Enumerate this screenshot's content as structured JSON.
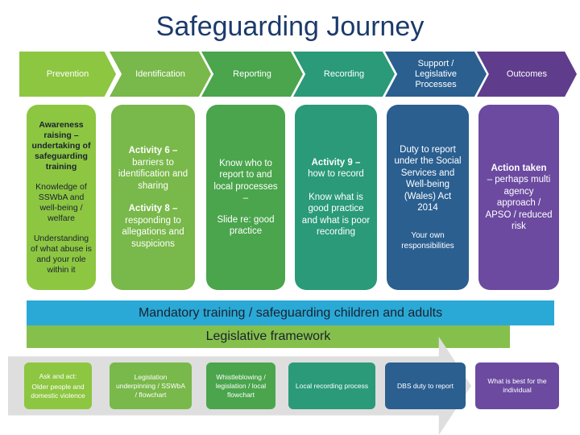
{
  "title": "Safeguarding Journey",
  "stages": [
    {
      "label": "Prevention",
      "color": "#8dc641"
    },
    {
      "label": "Identification",
      "color": "#79b84a"
    },
    {
      "label": "Reporting",
      "color": "#4aa54c"
    },
    {
      "label": "Recording",
      "color": "#2a9a78"
    },
    {
      "label": "Support / Legislative Processes",
      "color": "#2a5f90"
    },
    {
      "label": "Outcomes",
      "color": "#5f3d8c"
    }
  ],
  "columns": {
    "prevention": [
      "Awareness raising – undertaking of safeguarding training",
      "Knowledge of SSWbA and well-being / welfare",
      "Understanding of what abuse is and your role within it"
    ],
    "identification": [
      "Activity 6 –",
      "barriers to identification and sharing",
      "Activity 8 –",
      "responding to allegations and suspicions"
    ],
    "reporting": [
      "Know who to report to and local processes –",
      "Slide re: good practice"
    ],
    "recording": [
      "Activity 9 –",
      "how to record",
      "Know what is good practice and what is poor recording"
    ],
    "support": [
      "Duty to report under the Social Services and Well-being (Wales) Act 2014",
      "Your own responsibilities"
    ],
    "outcomes": [
      "Action taken",
      "– perhaps multi agency approach / APSO / reduced risk"
    ]
  },
  "bands": {
    "mandatory": "Mandatory training / safeguarding children and adults",
    "legislative": "Legislative framework"
  },
  "bottom": [
    [
      "Ask and act:",
      "Older people and domestic violence"
    ],
    [
      "Legislation underpinning / SSWbA / flowchart"
    ],
    [
      "Whistleblowing / legislation / local flowchart"
    ],
    [
      "Local recording process"
    ],
    [
      "DBS duty to report"
    ],
    [
      "What is best for the individual"
    ]
  ]
}
